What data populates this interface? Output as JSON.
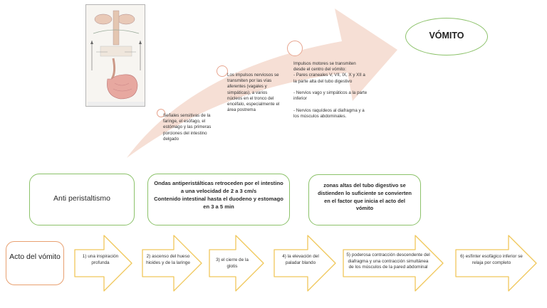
{
  "title": "VÓMITO",
  "steps_upper": {
    "step1": "Señales sensitivas de la faringe, el esófago, el estómago y las primeras porciones del intestino delgado",
    "step2": "Los impulsos nerviosos se transmiten por las vías aferentes (vagales y simpáticas), a varios núcleos en el tronco del encéfalo, especialmente el área postrema",
    "step3": "Impulsos motores se transmiten desde el centro del vómito:\n- Pares craneales V, VII, IX, X y XII a la parte alta del tubo digestivo\n\n- Nervios vago y simpáticos a la parte inferior\n\n- Nervios raquídeos al diafragma y a los músculos abdominales."
  },
  "boxes": {
    "antiperistaltismo": "Anti peristaltismo",
    "ondas": "Ondas antiperistálticas retroceden por el intestino a una velocidad de 2 a 3 cm/s\nContenido intestinal hasta el duodeno y estomago en 3 a 5 min",
    "zonas": "zonas altas del tubo digestivo se distienden lo suficiente se convierten en el factor que inicia el acto del vómito"
  },
  "acto": {
    "label": "Acto del vómito",
    "steps": [
      "1) una inspiración profunda",
      "2) ascenso del hueso hioides y de la laringe",
      "3) el cierre de la glotis",
      "4) la elevación del paladar blando",
      "5) poderosa contracción descendente del diafragma y una contracción simultánea de los músculos de la pared abdominal",
      "6) esfínter esofágico inferior se relaja por completo"
    ]
  },
  "colors": {
    "big_arrow": "#f6dfd5",
    "green_border": "#8cc26a",
    "orange_border": "#e8a070",
    "chevron_border": "#f0c75a"
  }
}
